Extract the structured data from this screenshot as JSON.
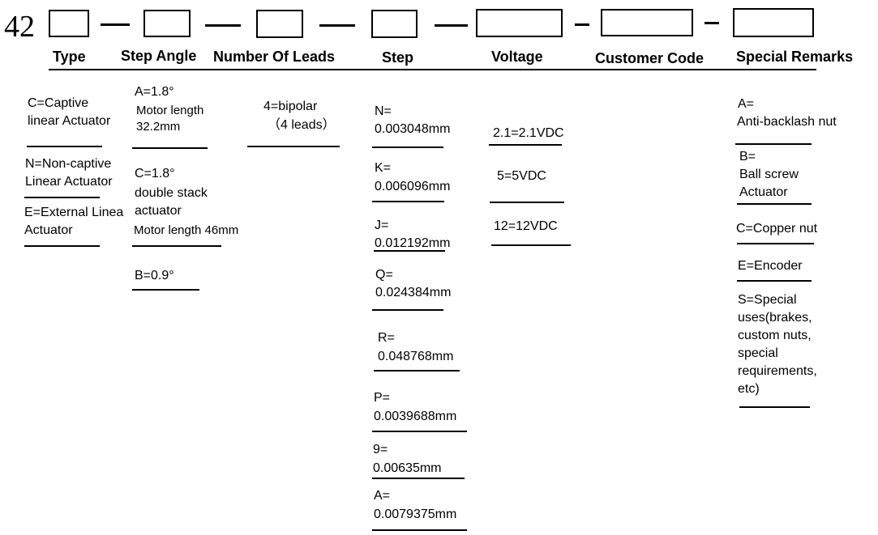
{
  "prefix": "42",
  "headers": {
    "type": "Type",
    "step_angle": "Step Angle",
    "leads": "Number Of Leads",
    "step": "Step",
    "voltage": "Voltage",
    "customer_code": "Customer Code",
    "special_remarks": "Special Remarks"
  },
  "type_options": [
    {
      "lines": [
        "C=Captive",
        "linear Actuator"
      ]
    },
    {
      "lines": [
        "N=Non-captive",
        "Linear Actuator"
      ]
    },
    {
      "lines": [
        "E=External Linea",
        "Actuator"
      ]
    }
  ],
  "step_angle_options": [
    {
      "lines": [
        "A=1.8°",
        "Motor length",
        "32.2mm"
      ]
    },
    {
      "lines": [
        "C=1.8°",
        "double stack",
        "actuator",
        "Motor length 46mm"
      ]
    },
    {
      "lines": [
        "B=0.9°"
      ]
    }
  ],
  "lead_options": [
    {
      "lines": [
        "4=bipolar",
        "（4 leads）"
      ]
    }
  ],
  "step_options": [
    {
      "lines": [
        "N=",
        "0.003048mm"
      ]
    },
    {
      "lines": [
        "K=",
        "0.006096mm"
      ]
    },
    {
      "lines": [
        "J=",
        "0.012192mm"
      ]
    },
    {
      "lines": [
        "Q=",
        "0.024384mm"
      ]
    },
    {
      "lines": [
        "R=",
        "0.048768mm"
      ]
    },
    {
      "lines": [
        "P=",
        "0.0039688mm"
      ]
    },
    {
      "lines": [
        "9=",
        "0.00635mm"
      ]
    },
    {
      "lines": [
        "A=",
        "0.0079375mm"
      ]
    }
  ],
  "voltage_options": [
    {
      "lines": [
        "2.1=2.1VDC"
      ]
    },
    {
      "lines": [
        "5=5VDC"
      ]
    },
    {
      "lines": [
        "12=12VDC"
      ]
    }
  ],
  "special_remark_options": [
    {
      "lines": [
        "A=",
        "Anti-backlash nut"
      ]
    },
    {
      "lines": [
        "B=",
        "Ball screw",
        "Actuator"
      ]
    },
    {
      "lines": [
        "C=Copper nut"
      ]
    },
    {
      "lines": [
        "E=Encoder"
      ]
    },
    {
      "lines": [
        "S=Special",
        "uses(brakes,",
        "custom nuts,",
        "special",
        "requirements,",
        "etc)"
      ]
    }
  ]
}
